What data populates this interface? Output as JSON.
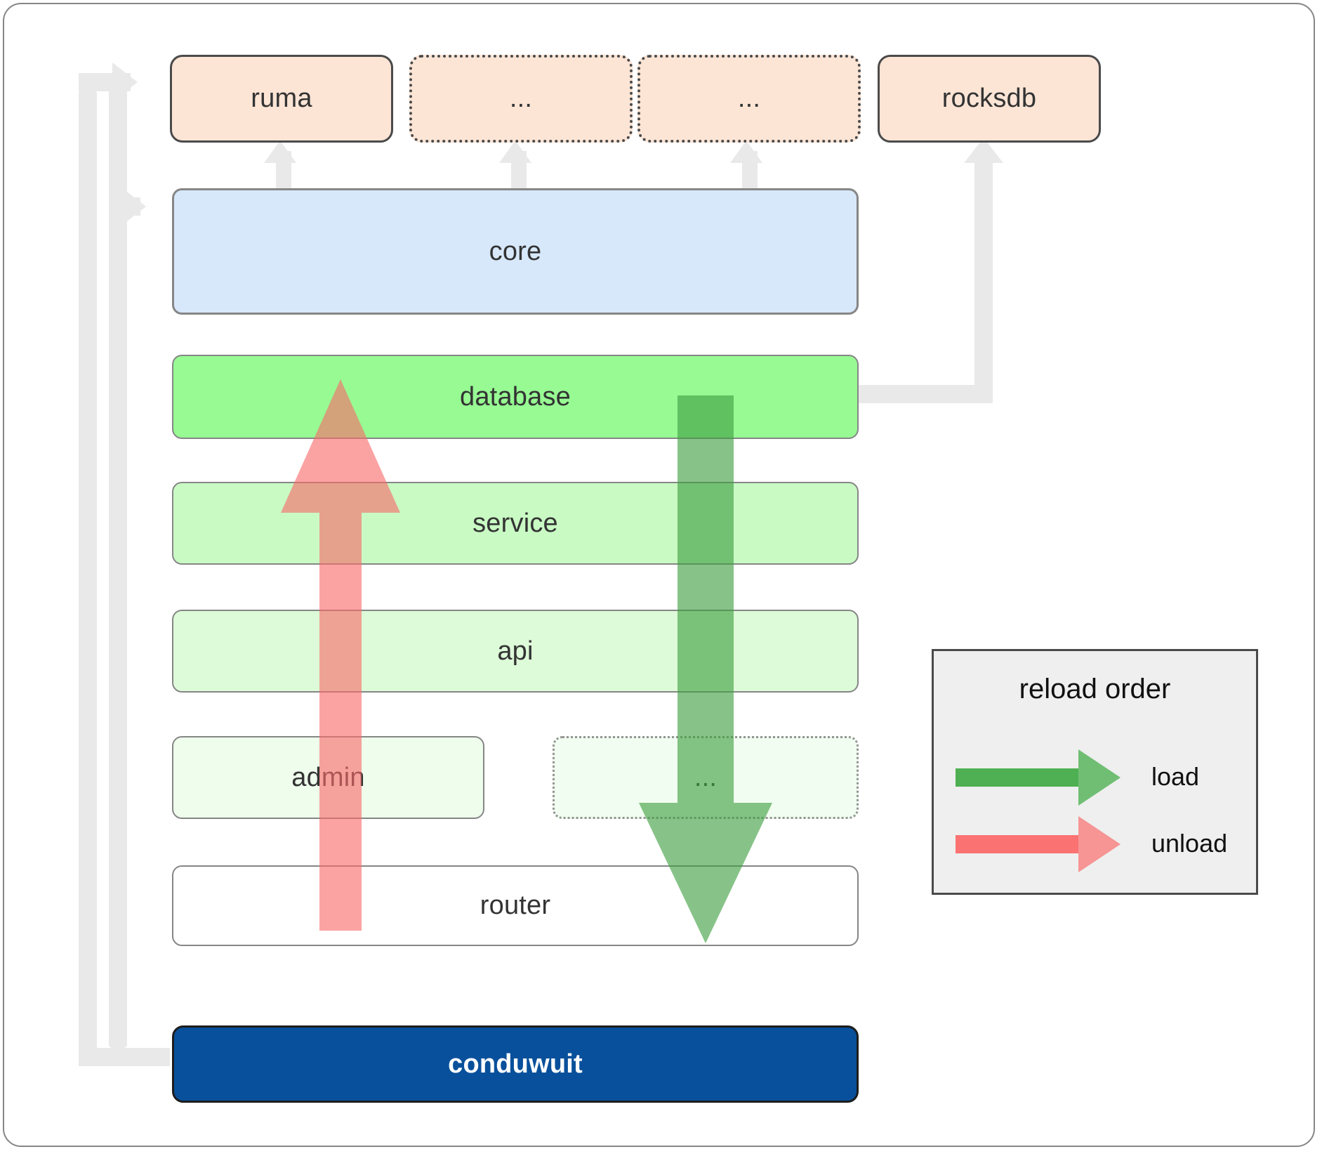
{
  "diagram": {
    "title": "conduwuit module stack / reload order",
    "dependencies": [
      {
        "label": "ruma",
        "style": "solid"
      },
      {
        "label": "...",
        "style": "dotted"
      },
      {
        "label": "...",
        "style": "dotted"
      },
      {
        "label": "rocksdb",
        "style": "solid"
      }
    ],
    "layers": [
      {
        "label": "core",
        "color": "#d7e8fb"
      },
      {
        "label": "database",
        "color": "#97fa93"
      },
      {
        "label": "service",
        "color": "#c9fac4"
      },
      {
        "label": "api",
        "color": "#ddfbd8"
      },
      {
        "label": "admin",
        "color": "#eefdec"
      },
      {
        "label": "...",
        "color": "#f1fdf0"
      },
      {
        "label": "router",
        "color": "#ffffff"
      }
    ],
    "binary": {
      "label": "conduwuit",
      "color": "#08509b"
    },
    "legend": {
      "title": "reload order",
      "entries": [
        {
          "label": "load",
          "color": "#4caf50"
        },
        {
          "label": "unload",
          "color": "#f98080"
        }
      ]
    },
    "colors": {
      "dependency_fill": "#fde5d6",
      "connector": "#e9e9e9",
      "load_arrow": "#4caf50",
      "unload_arrow": "#f98080",
      "border": "#868686",
      "text": "#333333"
    }
  }
}
